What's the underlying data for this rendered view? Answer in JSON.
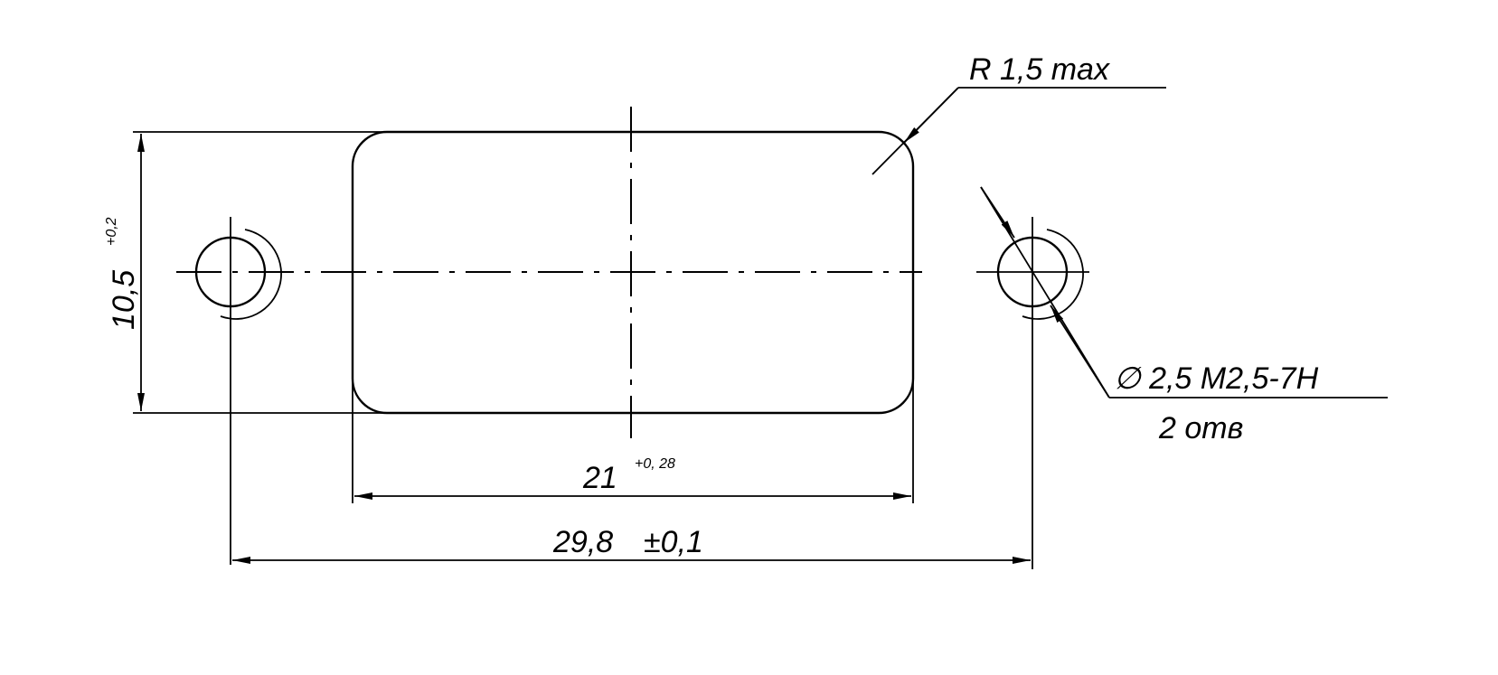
{
  "drawing": {
    "radius_note": "R 1,5  max",
    "height_value": "10,5",
    "height_tolerance": "+0,2",
    "width_value": "21",
    "width_tolerance": "+0, 28",
    "spacing_value": "29,8",
    "spacing_tolerance": "±0,1",
    "hole_spec": "∅  2,5  M2,5-7H",
    "hole_count": "2 отв"
  }
}
